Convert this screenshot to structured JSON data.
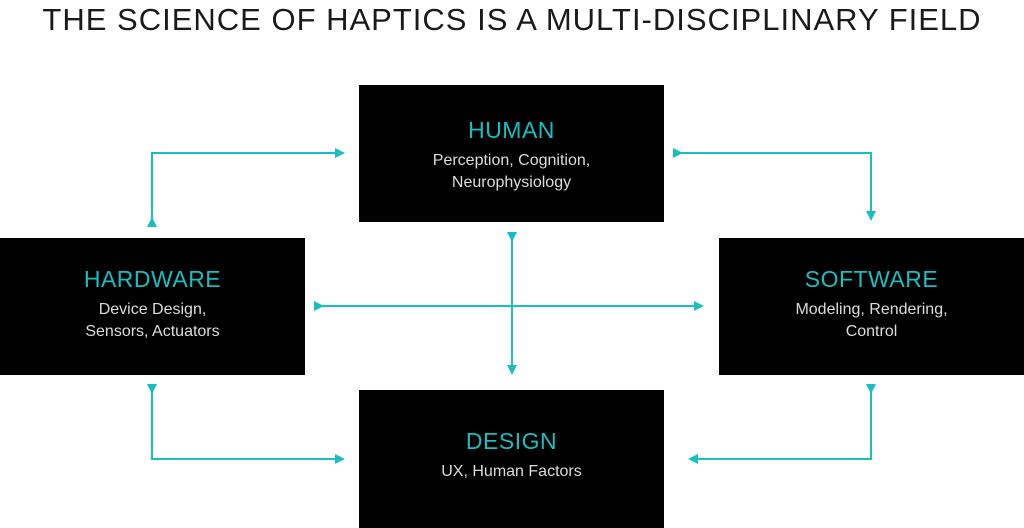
{
  "title": "THE SCIENCE OF HAPTICS IS A MULTI-DISCIPLINARY FIELD",
  "accent_color": "#17bfc2",
  "nodes": {
    "human": {
      "heading": "HUMAN",
      "line1": "Perception, Cognition,",
      "line2": "Neurophysiology"
    },
    "hardware": {
      "heading": "HARDWARE",
      "line1": "Device Design,",
      "line2": "Sensors, Actuators"
    },
    "software": {
      "heading": "SOFTWARE",
      "line1": "Modeling, Rendering,",
      "line2": "Control"
    },
    "design": {
      "heading": "DESIGN",
      "line1": "UX, Human Factors"
    }
  }
}
